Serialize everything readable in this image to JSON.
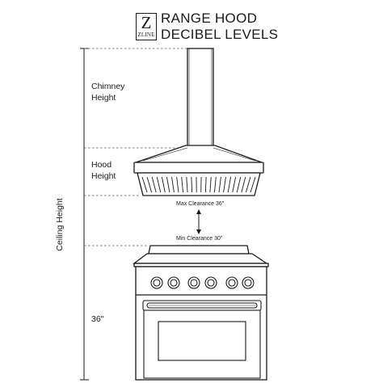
{
  "logo": {
    "letter": "Z",
    "word": "ZLINE"
  },
  "title": {
    "line1": "RANGE HOOD",
    "line2": "DECIBEL LEVELS"
  },
  "labels": {
    "chimney_line1": "Chimney",
    "chimney_line2": "Height",
    "hood_line1": "Hood",
    "hood_line2": "Height",
    "ceiling": "Ceiling Height",
    "counter": "36\"",
    "max_clearance": "Max Clearance 36\"",
    "min_clearance": "Min Clearance 30\""
  },
  "colors": {
    "ink": "#1a1a1a",
    "dash": "#666666"
  }
}
